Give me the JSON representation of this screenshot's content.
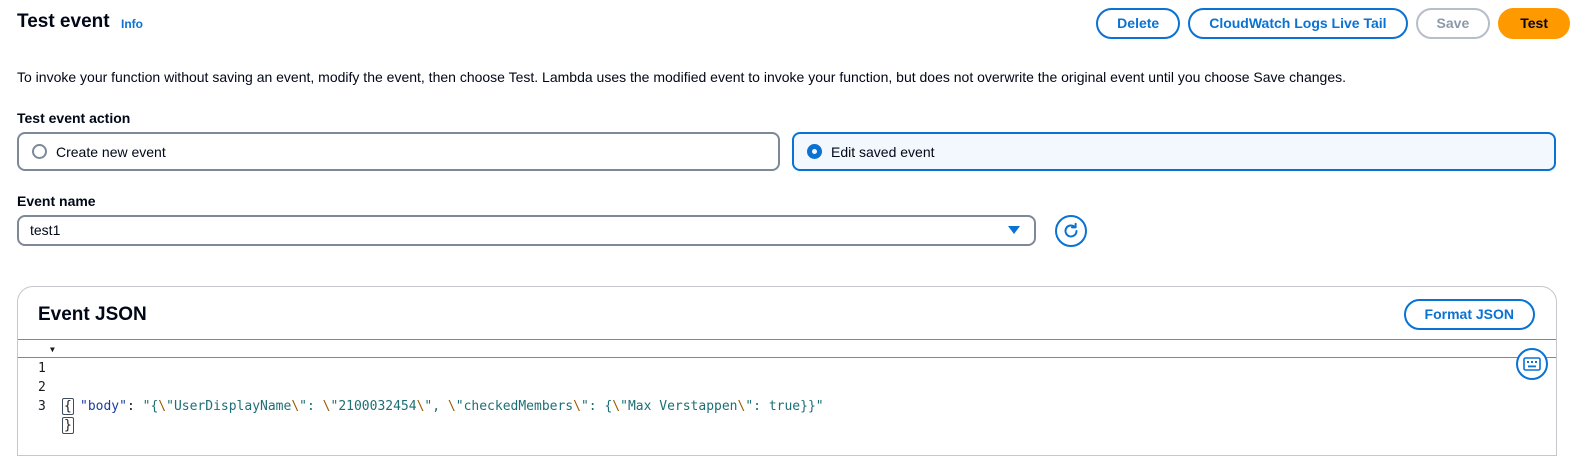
{
  "header": {
    "title": "Test event",
    "info_label": "Info",
    "buttons": {
      "delete": "Delete",
      "live_tail": "CloudWatch Logs Live Tail",
      "save": "Save",
      "test": "Test"
    }
  },
  "description": "To invoke your function without saving an event, modify the event, then choose Test. Lambda uses the modified event to invoke your function, but does not overwrite the original event until you choose Save changes.",
  "test_event_action": {
    "label": "Test event action",
    "options": [
      {
        "label": "Create new event",
        "selected": false
      },
      {
        "label": "Edit saved event",
        "selected": true
      }
    ]
  },
  "event_name": {
    "label": "Event name",
    "value": "test1"
  },
  "event_json": {
    "title": "Event JSON",
    "format_button": "Format JSON",
    "lines": [
      {
        "number": "1",
        "text": "{"
      },
      {
        "number": "2",
        "text": "\"body\": \"{\\\"UserDisplayName\\\": \\\"2100032454\\\", \\\"checkedMembers\\\": {\\\"Max Verstappen\\\": true}}\""
      },
      {
        "number": "3",
        "text": "}"
      }
    ]
  },
  "colors": {
    "accent": "#0972d3",
    "primary": "#ff9900",
    "selected_bg": "#f2f8fd",
    "border": "#7d8998"
  },
  "icons": {
    "refresh": "refresh-icon",
    "dropdown": "caret-down-icon",
    "keyboard": "keyboard-icon",
    "fold": "fold-triangle-icon"
  }
}
